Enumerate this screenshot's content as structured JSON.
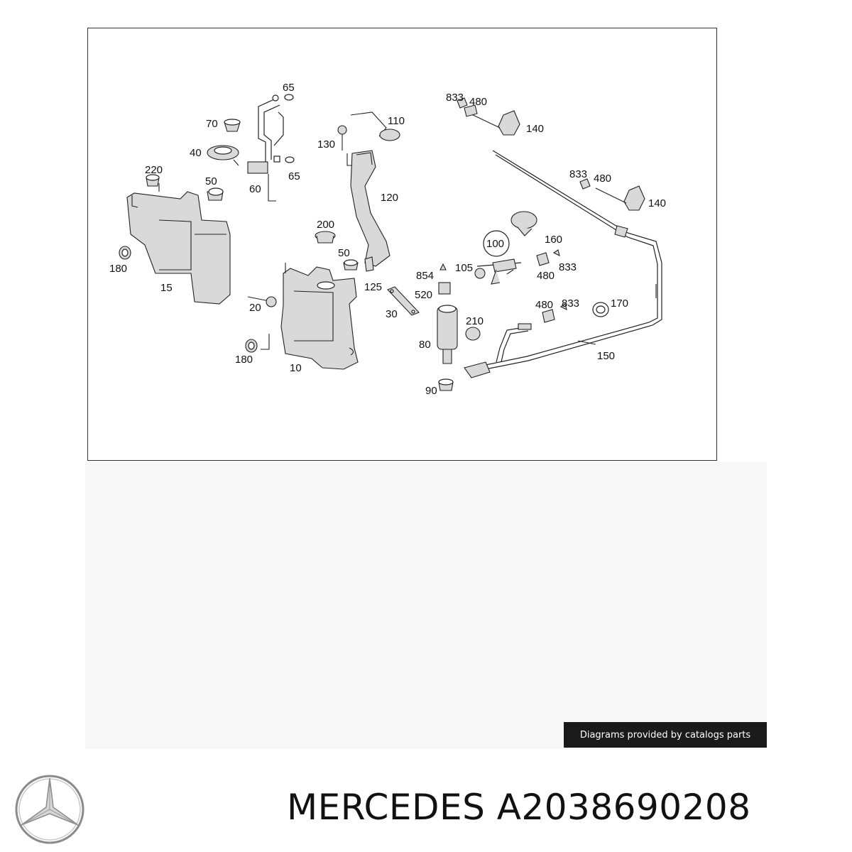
{
  "diagram": {
    "callouts": [
      "65",
      "70",
      "40",
      "60",
      "65",
      "220",
      "50",
      "15",
      "180",
      "110",
      "130",
      "120",
      "200",
      "50",
      "125",
      "10",
      "20",
      "180",
      "30",
      "833",
      "480",
      "140",
      "833",
      "480",
      "140",
      "100",
      "160",
      "105",
      "854",
      "520",
      "480",
      "833",
      "210",
      "80",
      "90",
      "480",
      "833",
      "170",
      "150"
    ]
  },
  "credit": {
    "text": "Diagrams provided by catalogs parts"
  },
  "title": {
    "text": "MERCEDES A2038690208"
  },
  "logo": {
    "icon": "mercedes-star-icon"
  },
  "colors": {
    "credit_bg": "#1a1a1a",
    "frame": "#333333",
    "panel": "#f8f8f8"
  }
}
